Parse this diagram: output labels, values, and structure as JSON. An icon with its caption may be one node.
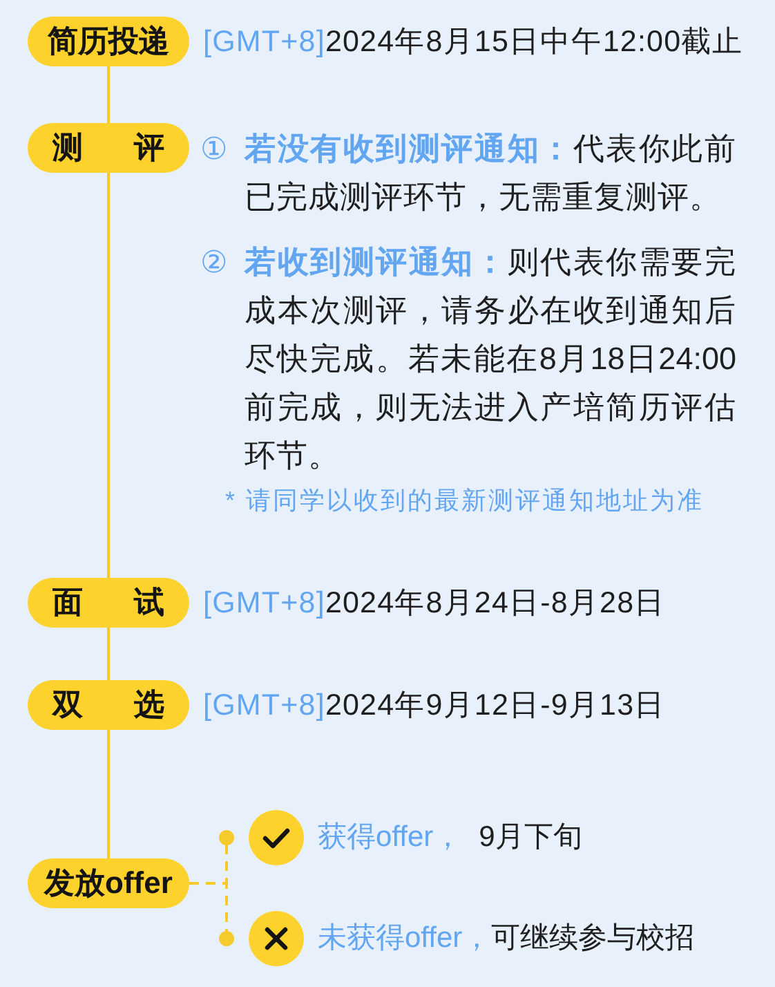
{
  "diagram": {
    "nodes": [
      {
        "text": [
          "简历投递"
        ],
        "beside": [
          "[GMT+8]",
          "2024年8月15日中午12:00截止"
        ]
      },
      {
        "text": [
          "测评"
        ],
        "beside": [
          "①",
          "**若没有收到测评通知：**代表你此前已完成测评环节，无需重复测评。",
          "②",
          "**若收到测评通知：**则代表你需要完成本次测评，请务必在收到通知后尽快完成。若未能在8月18日24:00前完成，则无法进入产培简历评估环节。",
          "* 请同学以收到的最新测评通知地址为准"
        ]
      },
      {
        "text": [
          "面试"
        ],
        "beside": [
          "[GMT+8]",
          "2024年8月24日-8月28日"
        ]
      },
      {
        "text": [
          "双选"
        ],
        "beside": [
          "[GMT+8]",
          "2024年9月12日-9月13日"
        ]
      },
      {
        "text": [
          "发放offer"
        ]
      },
      {
        "text": [],
        "shape": "circle",
        "beside": [
          "获得offer，",
          "9月下旬"
        ]
      },
      {
        "text": [],
        "shape": "circle",
        "beside": [
          "未获得offer，",
          "可继续参与校招"
        ]
      }
    ],
    "edges": [
      {
        "from": 0,
        "to": 1,
        "arrow": "none"
      },
      {
        "from": 1,
        "to": 2,
        "arrow": "none"
      },
      {
        "from": 2,
        "to": 3,
        "arrow": "none"
      },
      {
        "from": 3,
        "to": 4,
        "arrow": "none"
      },
      {
        "from": 4,
        "to": 5,
        "arrow": "other",
        "style": "dashed"
      },
      {
        "from": 4,
        "to": 6,
        "arrow": "other",
        "style": "dashed"
      }
    ]
  }
}
